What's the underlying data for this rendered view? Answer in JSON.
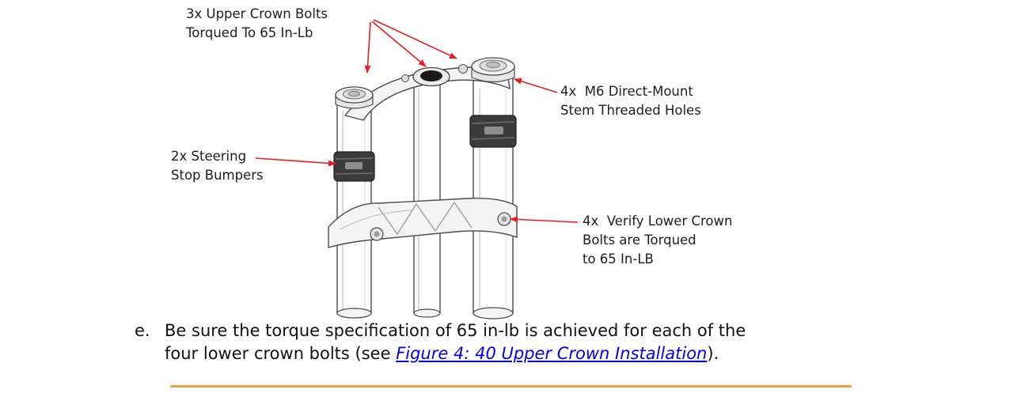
{
  "figure": {
    "arrow_color": "#ed1c24",
    "callouts": [
      {
        "text": "3x Upper Crown Bolts\nTorqued To 65 In-Lb"
      },
      {
        "text": "4x  M6 Direct-Mount\nStem Threaded Holes"
      },
      {
        "text": "2x Steering\nStop Bumpers"
      },
      {
        "text": "4x  Verify Lower Crown\nBolts are Torqued\nto 65 In-LB"
      }
    ]
  },
  "instruction": {
    "marker": "e.",
    "line1": "Be sure the torque specification of 65 in-lb is achieved for each of the",
    "line2_before_link": "four lower crown bolts (see ",
    "link_text": "Figure 4: 40 Upper Crown Installation",
    "line2_after_link": ").",
    "link_color": "#0000ee"
  },
  "note_box": {
    "top_border_color": "#e7a33b"
  }
}
